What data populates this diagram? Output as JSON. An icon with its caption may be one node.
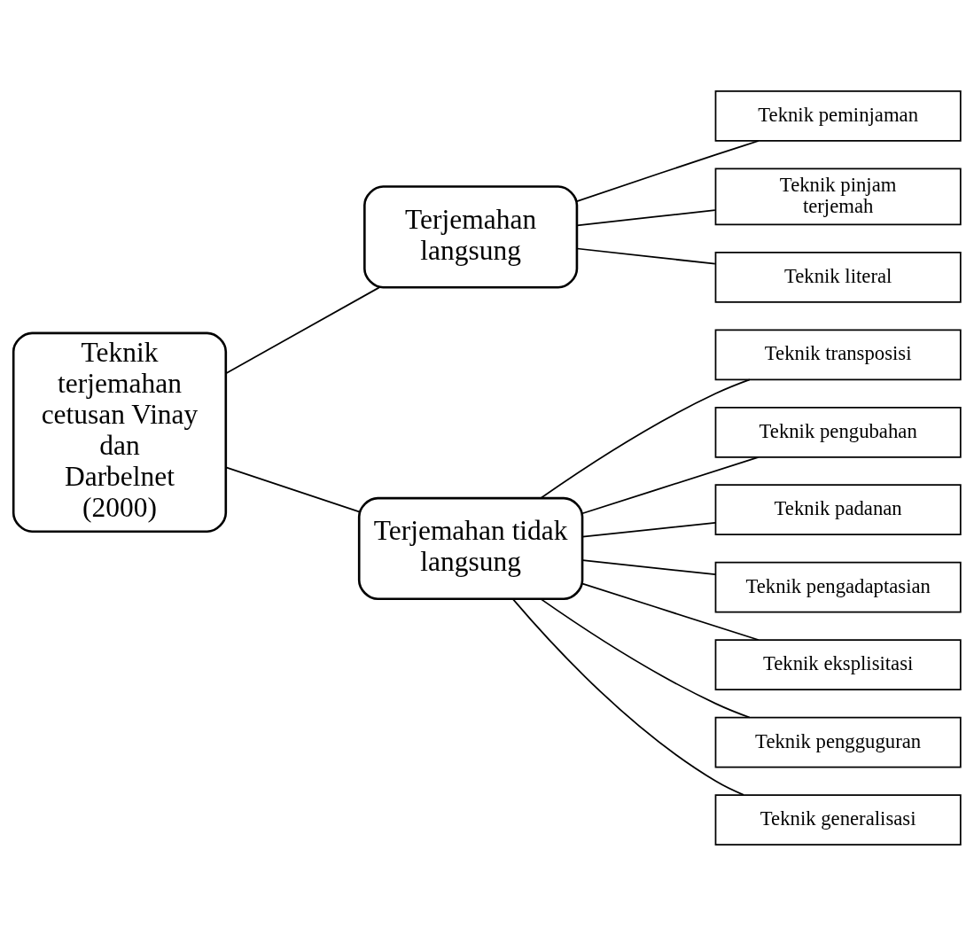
{
  "diagram": {
    "nodes": [
      {
        "text": [
          "Teknik terjemahan cetusan Vinay dan Darbelnet (2000)"
        ]
      },
      {
        "text": [
          "Terjemahan langsung"
        ]
      },
      {
        "text": [
          "Terjemahan tidak langsung"
        ]
      },
      {
        "text": [
          "Teknik peminjaman"
        ]
      },
      {
        "text": [
          "Teknik pinjam terjemah"
        ]
      },
      {
        "text": [
          "Teknik literal"
        ]
      },
      {
        "text": [
          "Teknik transposisi"
        ]
      },
      {
        "text": [
          "Teknik pengubahan"
        ]
      },
      {
        "text": [
          "Teknik padanan"
        ]
      },
      {
        "text": [
          "Teknik pengadaptasian"
        ]
      },
      {
        "text": [
          "Teknik eksplisitasi"
        ]
      },
      {
        "text": [
          "Teknik pengguguran"
        ]
      },
      {
        "text": [
          "Teknik generalisasi"
        ]
      }
    ],
    "edges": [
      {
        "from": 0,
        "to": 1,
        "arrow": "none"
      },
      {
        "from": 0,
        "to": 2,
        "arrow": "none"
      },
      {
        "from": 1,
        "to": 3,
        "arrow": "none"
      },
      {
        "from": 1,
        "to": 4,
        "arrow": "none"
      },
      {
        "from": 1,
        "to": 5,
        "arrow": "none"
      },
      {
        "from": 2,
        "to": 6,
        "arrow": "none"
      },
      {
        "from": 2,
        "to": 7,
        "arrow": "none"
      },
      {
        "from": 2,
        "to": 8,
        "arrow": "none"
      },
      {
        "from": 2,
        "to": 9,
        "arrow": "none"
      },
      {
        "from": 2,
        "to": 10,
        "arrow": "none"
      },
      {
        "from": 2,
        "to": 11,
        "arrow": "none"
      },
      {
        "from": 2,
        "to": 12,
        "arrow": "none"
      }
    ]
  }
}
